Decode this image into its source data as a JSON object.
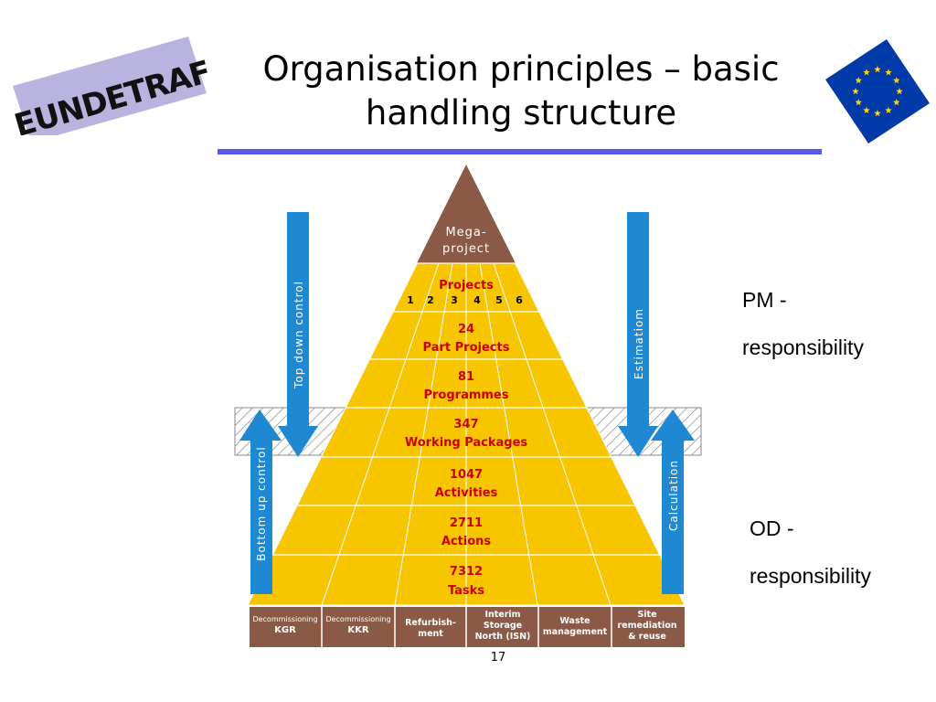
{
  "logo": {
    "text": "EUNDETRAF"
  },
  "title": {
    "line1": "Organisation principles – basic",
    "line2": "handling structure"
  },
  "colors": {
    "accent_rule": "#5a5ae6",
    "pyramid_fill": "#f7c600",
    "apex_fill": "#8b5a47",
    "arrow_blue": "#1e88d2",
    "label_red": "#cc0000",
    "eu_blue": "#003aa8",
    "eu_star": "#ffd200"
  },
  "pyramid": {
    "apex": {
      "line1": "Mega-",
      "line2": "project"
    },
    "projects": {
      "label": "Projects",
      "numbers": [
        "1",
        "2",
        "3",
        "4",
        "5",
        "6"
      ]
    },
    "levels": [
      {
        "count": "24",
        "label": "Part Projects"
      },
      {
        "count": "81",
        "label": "Programmes"
      },
      {
        "count": "347",
        "label": "Working Packages"
      },
      {
        "count": "1047",
        "label": "Activities"
      },
      {
        "count": "2711",
        "label": "Actions"
      },
      {
        "count": "7312",
        "label": "Tasks"
      }
    ],
    "base_boxes": [
      {
        "small": "Decommissioning",
        "main": "KGR"
      },
      {
        "small": "Decommissioning",
        "main": "KKR"
      },
      {
        "line1": "Refurbish-",
        "line2": "ment"
      },
      {
        "line1": "Interim",
        "line2": "Storage",
        "line3": "North (ISN)"
      },
      {
        "line1": "Waste",
        "line2": "management"
      },
      {
        "line1": "Site",
        "line2": "remediation",
        "line3": "& reuse"
      }
    ]
  },
  "arrows": {
    "top_down": "Top down control",
    "bottom_up": "Bottom up control",
    "estimation": "Estimatiom",
    "calculation": "Calculation"
  },
  "side_labels": {
    "pm": {
      "line1": "PM -",
      "line2": "responsibility"
    },
    "od": {
      "line1": "OD -",
      "line2": "responsibility"
    }
  },
  "page_number": "17"
}
